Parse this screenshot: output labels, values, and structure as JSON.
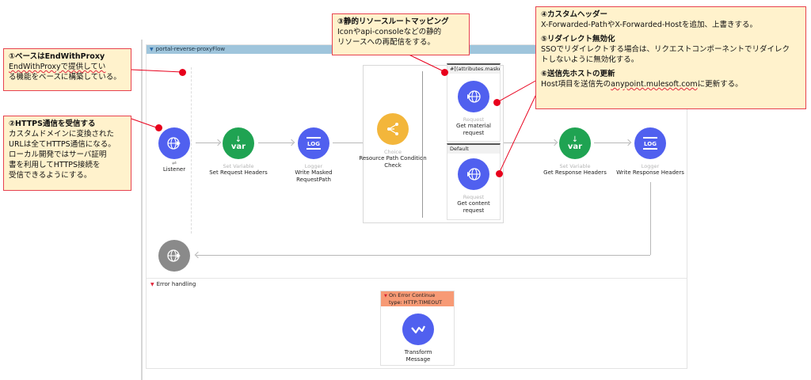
{
  "flow": {
    "name": "portal-reverse-proxyFlow",
    "error_section_label": "Error handling"
  },
  "components": {
    "listener": {
      "type": "",
      "name": "Listener",
      "icon": "globe-inbound-icon"
    },
    "set_request_headers": {
      "type": "Set Variable",
      "name": "Set Request Headers",
      "icon": "var-icon"
    },
    "write_masked_path": {
      "type": "Logger",
      "name": "Write Masked RequestPath",
      "icon": "log-icon"
    },
    "choice": {
      "type": "Choice",
      "name": "Resource Path Condition Check",
      "icon": "choice-router-icon"
    },
    "get_material": {
      "route_label": "#[(attributes.maskedRe...",
      "type": "Request",
      "name": "Get material request",
      "icon": "http-request-icon"
    },
    "get_content": {
      "route_label": "Default",
      "type": "Request",
      "name": "Get content request",
      "icon": "http-request-icon"
    },
    "get_response_headers": {
      "type": "Set Variable",
      "name": "Get Response Headers",
      "icon": "var-icon"
    },
    "write_response_headers": {
      "type": "Logger",
      "name": "Write Response Headers",
      "icon": "log-icon"
    },
    "response": {
      "icon": "globe-response-icon"
    }
  },
  "error_handler": {
    "title": "On Error Continue",
    "subtitle": "type: HTTP:TIMEOUT",
    "component": {
      "name": "Transform Message",
      "icon": "dataweave-icon"
    }
  },
  "callouts": {
    "c1": {
      "title": "①ベースはEndWithProxy",
      "line1": "EndWithProxyで提供してい",
      "line2": "る機能をベースに構築している。"
    },
    "c2": {
      "title": "②HTTPS通信を受信する",
      "lines": [
        "カスタムドメインに変換された",
        "URLは全てHTTPS通信になる。",
        "ローカル開発ではサーバ証明",
        "書を利用してHTTPS接続を",
        "受信できるようにする。"
      ]
    },
    "c3": {
      "title": "③静的リソースルートマッピング",
      "line1": "Iconやapi-consoleなどの静的",
      "line2": "リソースへの再配信をする。"
    },
    "c4": {
      "title": "④カスタムヘッダー",
      "body": "X-Forwarded-PathやX-Forwarded-Hostを追加、上書きする。"
    },
    "c5": {
      "title": "⑤リダイレクト無効化",
      "body1": "SSOでリダイレクトする場合は、リクエストコンポーネントでリダイレク",
      "body2": "トしないように無効化する。"
    },
    "c6": {
      "title": "⑥送信先ホストの更新",
      "body_pre": "Host項目を送信先の",
      "body_link": "anypoint.mulesoft.com",
      "body_post": "に更新する。"
    }
  },
  "colors": {
    "flow_header": "#9fc5dc",
    "processor_blue": "#5060ef",
    "variable_green": "#1fa352",
    "choice_yellow": "#f3b63b",
    "error_orange": "#f79a75",
    "callout_bg": "#fff2cc",
    "callout_border": "#e7424f",
    "marker_red": "#e8001c"
  }
}
